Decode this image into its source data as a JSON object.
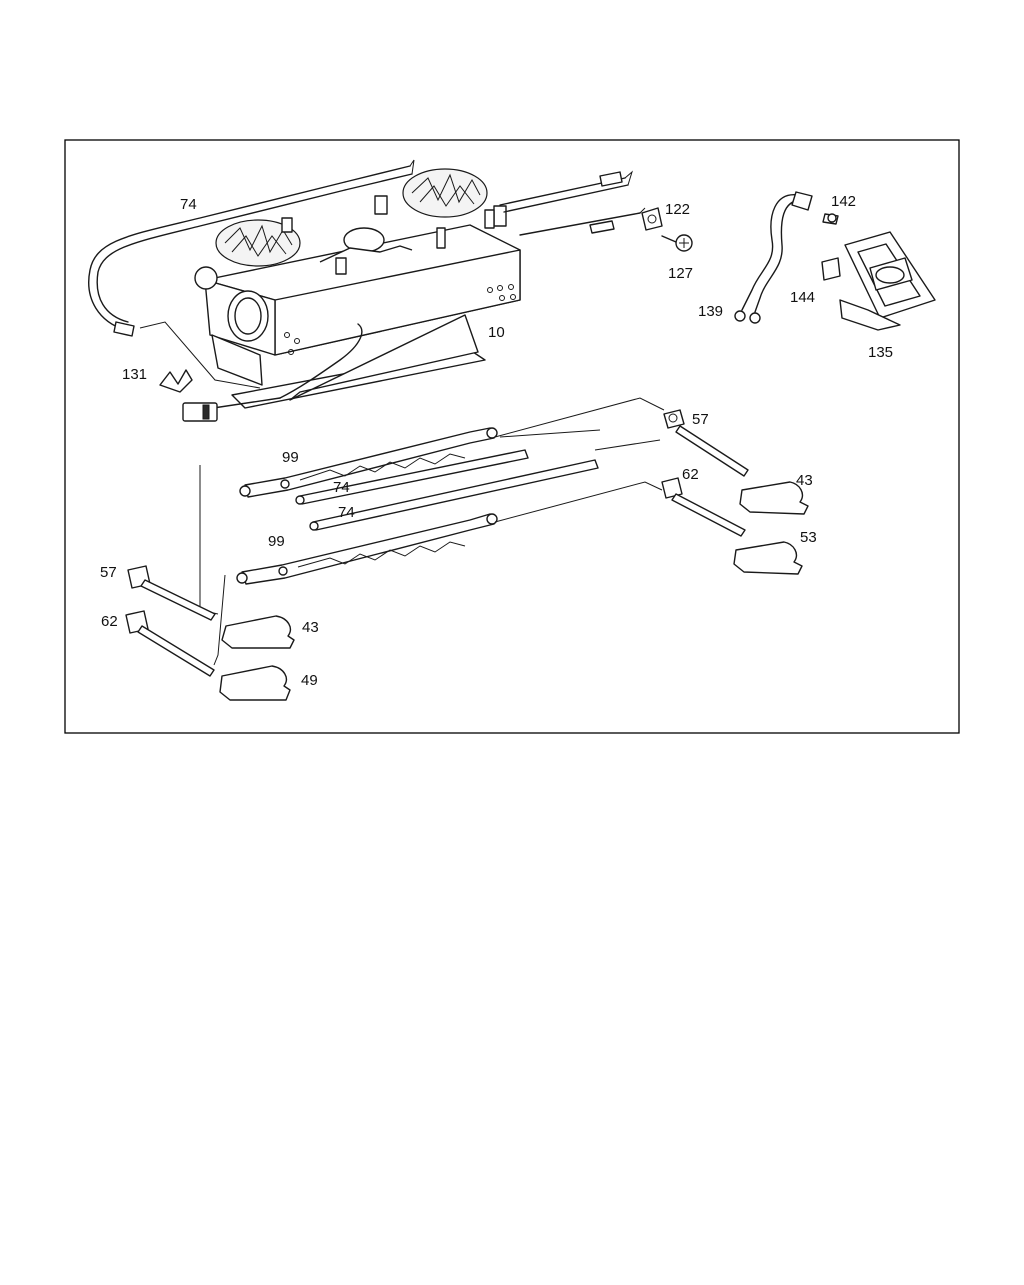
{
  "diagram": {
    "border_color": "#000000",
    "labels": {
      "l74a": "74",
      "l122": "122",
      "l142": "142",
      "l127": "127",
      "l144": "144",
      "l139": "139",
      "l10": "10",
      "l135": "135",
      "l131": "131",
      "l57a": "57",
      "l99a": "99",
      "l74b": "74",
      "l62a": "62",
      "l43a": "43",
      "l74c": "74",
      "l99b": "99",
      "l53": "53",
      "l57b": "57",
      "l62b": "62",
      "l43b": "43",
      "l49": "49"
    }
  }
}
